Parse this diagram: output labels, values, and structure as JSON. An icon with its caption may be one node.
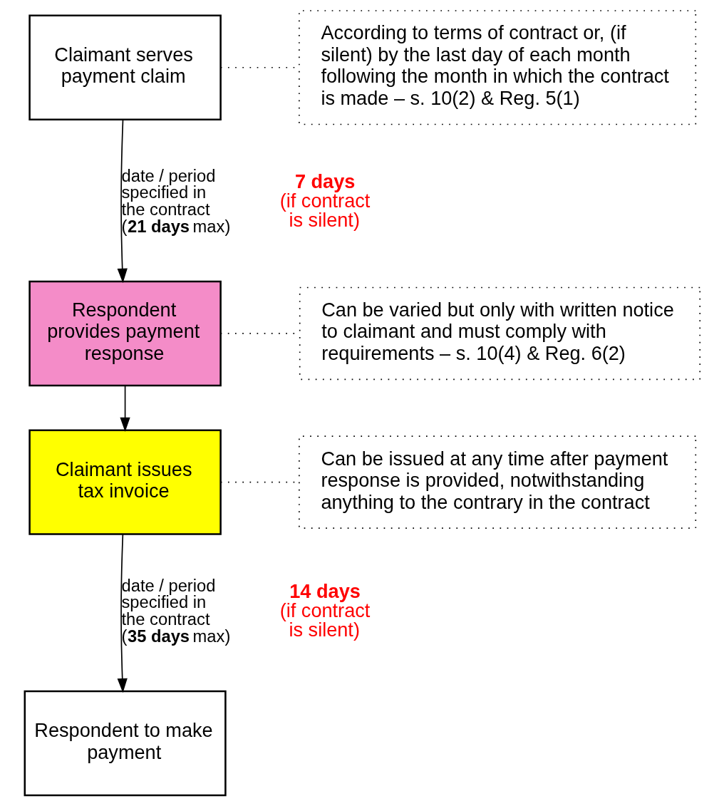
{
  "diagram": {
    "nodes": [
      {
        "text": [
          "Claimant serves payment claim"
        ]
      },
      {
        "text": [
          "According to terms of contract or, (if silent) by the last day of each month following the month in which the contract is made – s. 10(2) & Reg. 5(1)"
        ]
      },
      {
        "text": [
          "Respondent provides payment response"
        ]
      },
      {
        "text": [
          "Can be varied but only with written notice to claimant and must comply with requirements – s. 10(4) & Reg. 6(2)"
        ]
      },
      {
        "text": [
          "Claimant issues tax invoice"
        ]
      },
      {
        "text": [
          "Can be issued at any time after payment response is provided, notwithstanding anything to the contrary in the contract"
        ]
      },
      {
        "text": [
          "Respondent to make payment"
        ]
      }
    ],
    "edges": [
      {
        "from": 0,
        "to": 1,
        "arrow": "none",
        "style": "dashed"
      },
      {
        "from": 0,
        "to": 2,
        "arrow": "to",
        "label": "date / period specified in the contract (**21 days** max)"
      },
      {
        "from": 2,
        "to": 3,
        "arrow": "none",
        "style": "dashed"
      },
      {
        "from": 2,
        "to": 4,
        "arrow": "to"
      },
      {
        "from": 4,
        "to": 5,
        "arrow": "none",
        "style": "dashed"
      },
      {
        "from": 4,
        "to": 6,
        "arrow": "to",
        "label": "date / period specified in the contract (**35 days** max)"
      }
    ],
    "labels": [
      "7 days",
      "(if contract is silent)",
      "14 days",
      "(if contract is silent)"
    ]
  }
}
